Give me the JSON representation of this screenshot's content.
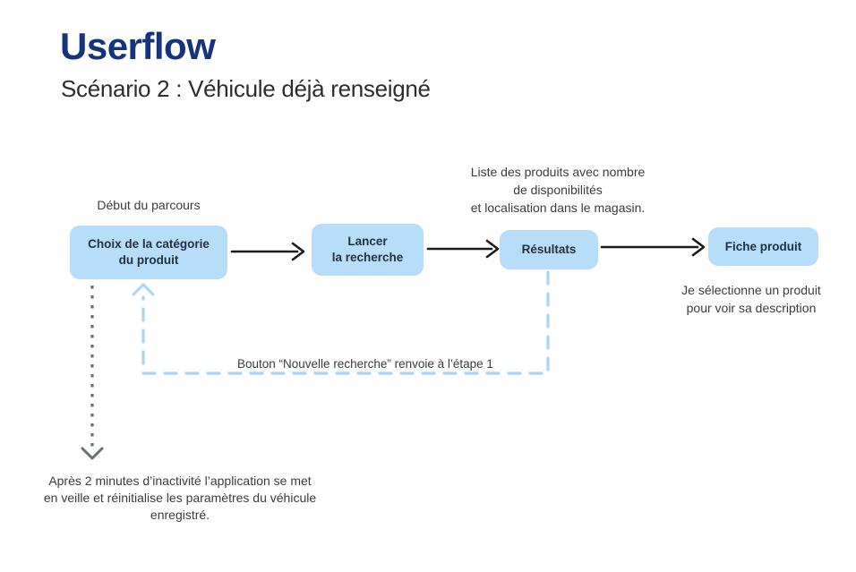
{
  "header": {
    "title": "Userflow",
    "subtitle": "Scénario 2 : Véhicule déjà renseigné"
  },
  "flow": {
    "start_label": "Début du parcours",
    "steps": [
      {
        "label": "Choix de la catégorie\ndu produit"
      },
      {
        "label": "Lancer\nla recherche"
      },
      {
        "label": "Résultats"
      },
      {
        "label": "Fiche produit"
      }
    ],
    "annotations": {
      "results_note": "Liste des produits avec nombre\nde disponibilités\net localisation dans le magasin.",
      "product_note": "Je sélectionne un produit\npour voir sa description",
      "loop_note": "Bouton “Nouvelle recherche” renvoie à l’étape 1",
      "timeout_note": "Après 2 minutes d’inactivité l’application se met\nen veille et réinitialise les paramètres du véhicule\nenregistré."
    }
  },
  "colors": {
    "title": "#16347c",
    "subtitle_text": "#2d2d2d",
    "box_fill": "#b7ddf8",
    "box_text": "#233240",
    "dashed_blue": "#a9d5f4",
    "dotted_gray": "#6b6f72",
    "arrow_black": "#1b1b1b",
    "annotation_text": "#3c3c3c",
    "canvas_bg": "#ffffff"
  }
}
